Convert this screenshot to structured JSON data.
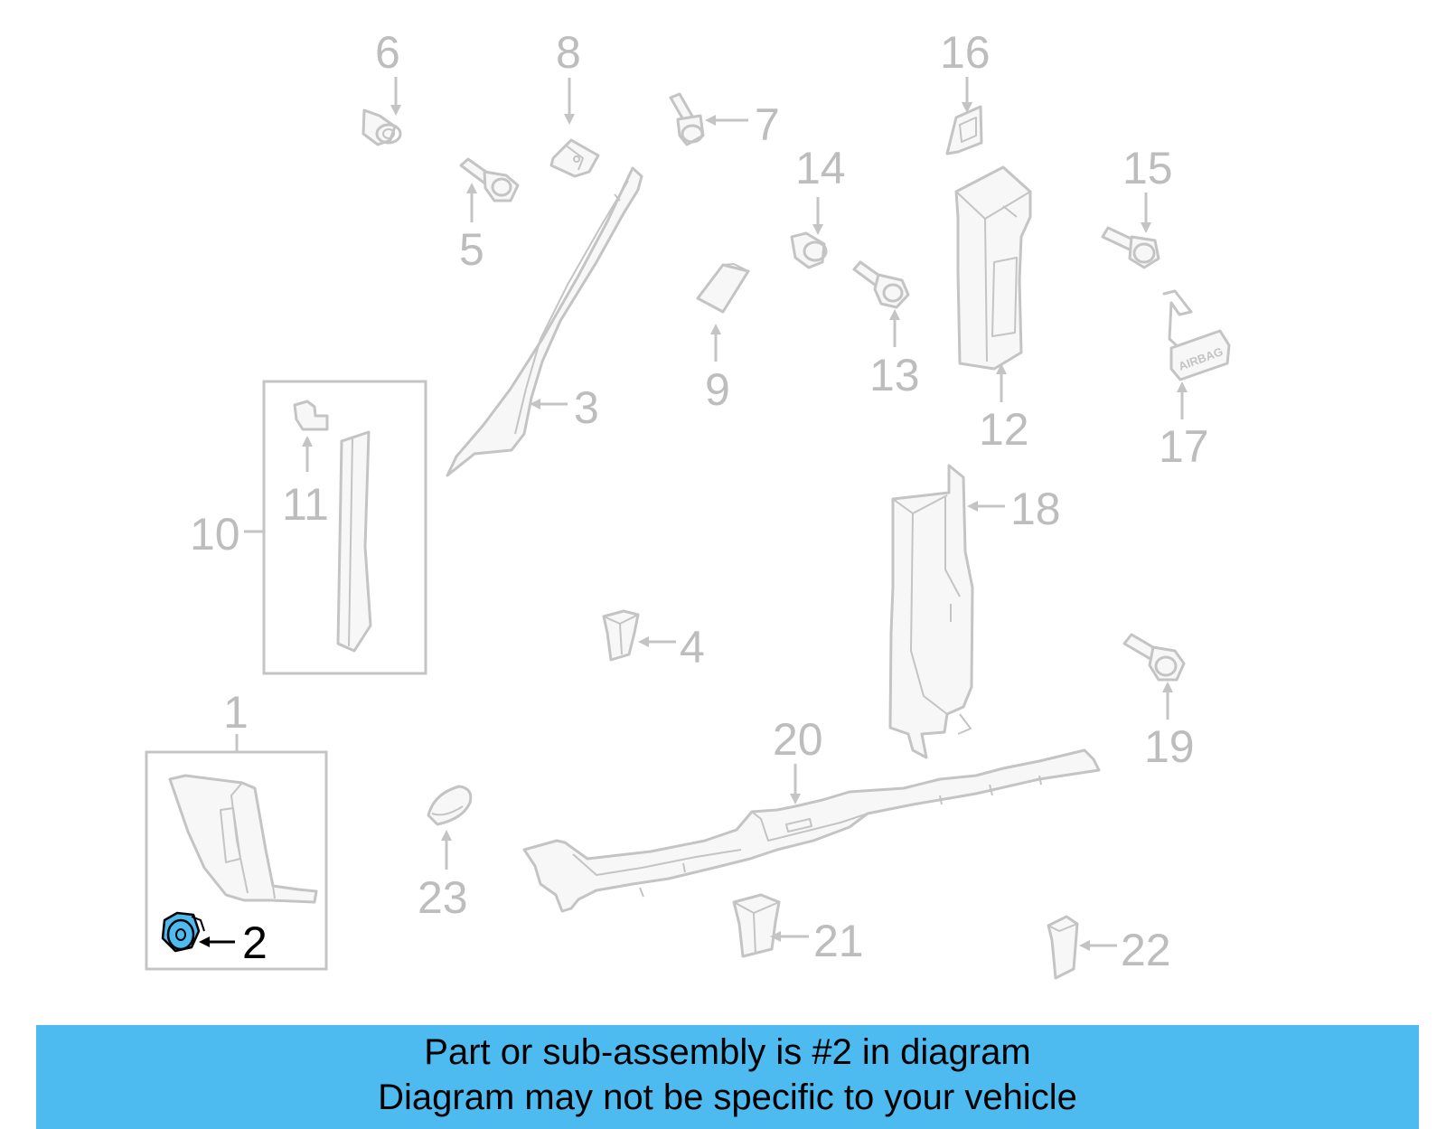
{
  "labels": {
    "p1": "1",
    "p2": "2",
    "p3": "3",
    "p4": "4",
    "p5": "5",
    "p6": "6",
    "p7": "7",
    "p8": "8",
    "p9": "9",
    "p10": "10",
    "p11": "11",
    "p12": "12",
    "p13": "13",
    "p14": "14",
    "p15": "15",
    "p16": "16",
    "p17": "17",
    "p18": "18",
    "p19": "19",
    "p20": "20",
    "p21": "21",
    "p22": "22",
    "p23": "23"
  },
  "airbag_text": "AIRBAG",
  "highlight": {
    "part": "2",
    "color": "#4ebbf0"
  },
  "banner": {
    "line1": "Part or sub-assembly is #2 in diagram",
    "line2": "Diagram may not be specific to your vehicle",
    "color": "#4ebbf0"
  }
}
